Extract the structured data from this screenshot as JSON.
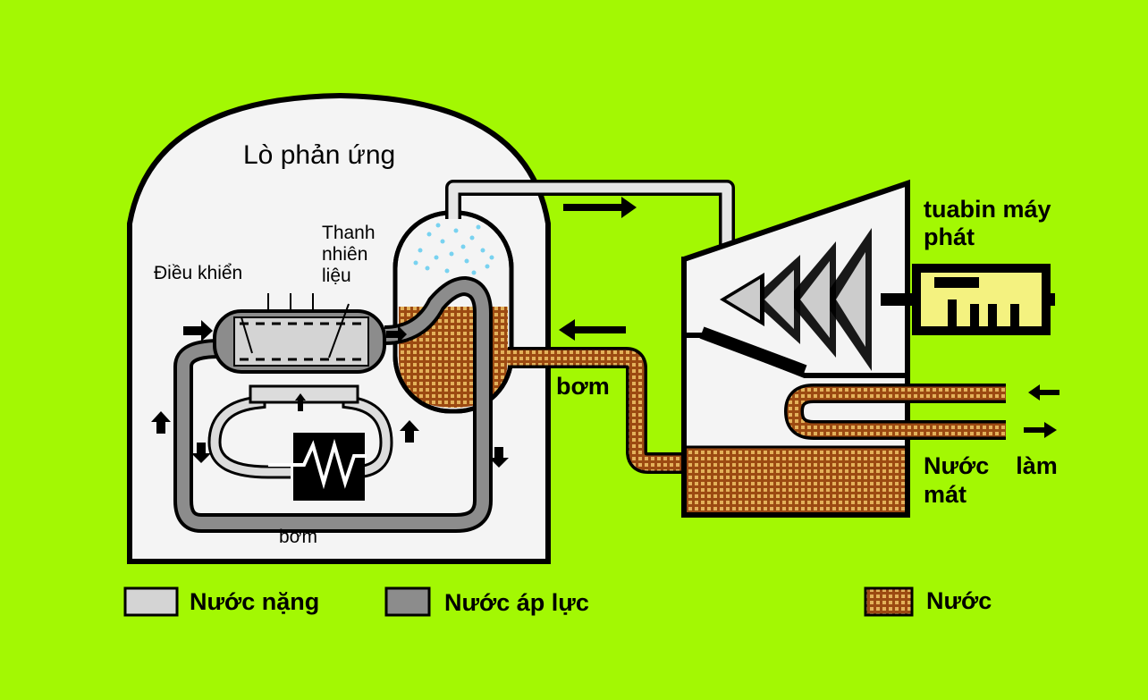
{
  "diagram": {
    "colors": {
      "background": "#a3f803",
      "heavy_water": "#d4d4d4",
      "pressurized_water": "#8c8c8c",
      "water": "#9c4a12",
      "water_grid": "#e3b15a",
      "outline": "#000000"
    },
    "labels": {
      "reactor": "Lò phản ứng",
      "control": "Điều khiển",
      "fuel_rods": [
        "Thanh",
        "nhiên",
        "liệu"
      ],
      "pump_inside": "bơm",
      "pump_outside": "bơm",
      "turbine": [
        "tuabin máy",
        "phát"
      ],
      "cooling_water": [
        "Nước    làm",
        "mát"
      ]
    },
    "legend": [
      {
        "label": "Nước nặng",
        "swatch": "heavy_water"
      },
      {
        "label": "Nước áp lực",
        "swatch": "pressurized_water"
      },
      {
        "label": "Nước",
        "swatch": "water"
      }
    ]
  }
}
